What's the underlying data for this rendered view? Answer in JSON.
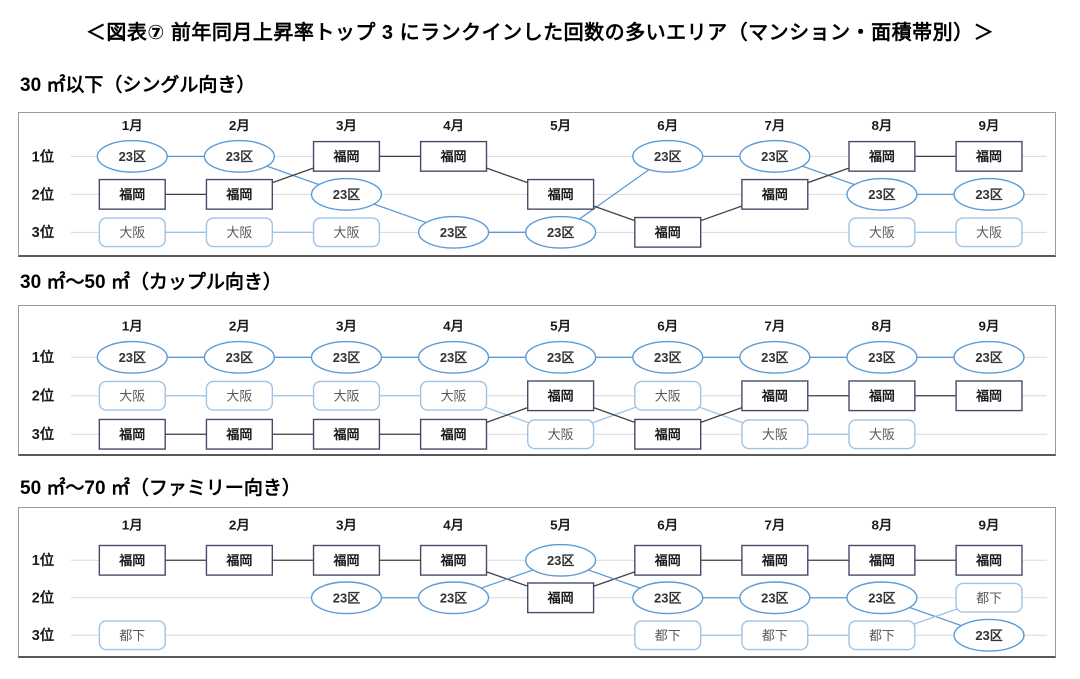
{
  "page": {
    "title": "＜図表⑦ 前年同月上昇率トップ 3 にランクインした回数の多いエリア（マンション・面積帯別）＞"
  },
  "months": [
    "1月",
    "2月",
    "3月",
    "4月",
    "5月",
    "6月",
    "7月",
    "8月",
    "9月"
  ],
  "rank_labels": [
    "1位",
    "2位",
    "3位"
  ],
  "area_styles": {
    "23区": {
      "shape": "ellipse",
      "stroke": "#5B9BD5",
      "line": "#5B9BD5",
      "text": "#333333",
      "weight": "bold"
    },
    "福岡": {
      "shape": "rect",
      "stroke": "#474968",
      "line": "#404040",
      "text": "#1a1a1a",
      "weight": "bold"
    },
    "大阪": {
      "shape": "roundrect",
      "stroke": "#9DC3E6",
      "line": "#9DC3E6",
      "text": "#595959",
      "weight": "normal"
    },
    "都下": {
      "shape": "roundrect",
      "stroke": "#9DC3E6",
      "line": "#9DC3E6",
      "text": "#595959",
      "weight": "normal"
    }
  },
  "grid_color": "#D9D9D9",
  "chart_data": [
    {
      "type": "bump",
      "title": "30 ㎡以下（シングル向き）",
      "months": [
        "1月",
        "2月",
        "3月",
        "4月",
        "5月",
        "6月",
        "7月",
        "8月",
        "9月"
      ],
      "rank_labels": [
        "1位",
        "2位",
        "3位"
      ],
      "series": [
        {
          "name": "23区",
          "shape": "ellipse",
          "ranks": [
            1,
            1,
            2,
            3,
            3,
            1,
            1,
            2,
            2
          ]
        },
        {
          "name": "福岡",
          "shape": "rect",
          "ranks": [
            2,
            2,
            1,
            1,
            2,
            3,
            2,
            1,
            1
          ]
        },
        {
          "name": "大阪",
          "shape": "roundrect",
          "ranks": [
            3,
            3,
            3,
            null,
            null,
            null,
            null,
            3,
            3
          ]
        }
      ]
    },
    {
      "type": "bump",
      "title": "30 ㎡～50 ㎡（カップル向き）",
      "months": [
        "1月",
        "2月",
        "3月",
        "4月",
        "5月",
        "6月",
        "7月",
        "8月",
        "9月"
      ],
      "rank_labels": [
        "1位",
        "2位",
        "3位"
      ],
      "series": [
        {
          "name": "23区",
          "shape": "ellipse",
          "ranks": [
            1,
            1,
            1,
            1,
            1,
            1,
            1,
            1,
            1
          ]
        },
        {
          "name": "大阪",
          "shape": "roundrect",
          "ranks": [
            2,
            2,
            2,
            2,
            3,
            2,
            3,
            3,
            null
          ]
        },
        {
          "name": "福岡",
          "shape": "rect",
          "ranks": [
            3,
            3,
            3,
            3,
            2,
            3,
            2,
            2,
            2
          ]
        }
      ]
    },
    {
      "type": "bump",
      "title": "50 ㎡～70 ㎡（ファミリー向き）",
      "months": [
        "1月",
        "2月",
        "3月",
        "4月",
        "5月",
        "6月",
        "7月",
        "8月",
        "9月"
      ],
      "rank_labels": [
        "1位",
        "2位",
        "3位"
      ],
      "series": [
        {
          "name": "福岡",
          "shape": "rect",
          "ranks": [
            1,
            1,
            1,
            1,
            2,
            1,
            1,
            1,
            1
          ]
        },
        {
          "name": "23区",
          "shape": "ellipse",
          "ranks": [
            null,
            null,
            2,
            2,
            1,
            2,
            2,
            2,
            3
          ]
        },
        {
          "name": "都下",
          "shape": "roundrect",
          "ranks": [
            3,
            null,
            null,
            null,
            null,
            3,
            3,
            3,
            2
          ]
        }
      ]
    }
  ]
}
